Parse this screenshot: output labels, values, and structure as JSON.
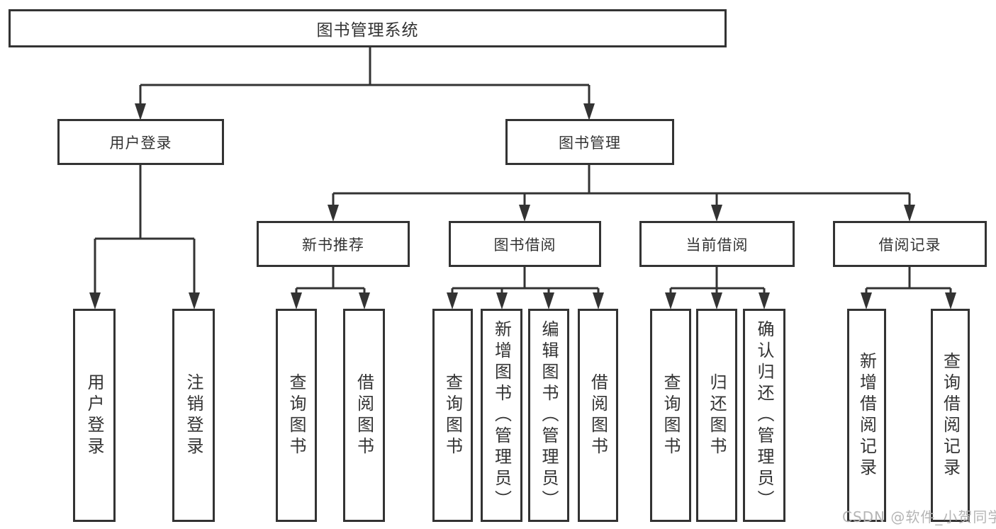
{
  "diagram_title": "图书管理系统",
  "watermark": "CSDN @软件_小贺同学",
  "colors": {
    "line": "#333333",
    "box_border": "#333333",
    "text": "#333333",
    "background": "#ffffff",
    "watermark": "#b5b5b5"
  },
  "tree": {
    "label": "图书管理系统",
    "children": [
      {
        "label": "用户登录",
        "children": [
          {
            "label": "用户登录"
          },
          {
            "label": "注销登录"
          }
        ]
      },
      {
        "label": "图书管理",
        "children": [
          {
            "label": "新书推荐",
            "children": [
              {
                "label": "查询图书"
              },
              {
                "label": "借阅图书"
              }
            ]
          },
          {
            "label": "图书借阅",
            "children": [
              {
                "label": "查询图书"
              },
              {
                "label": "新增图书（管理员）"
              },
              {
                "label": "编辑图书（管理员）"
              },
              {
                "label": "借阅图书"
              }
            ]
          },
          {
            "label": "当前借阅",
            "children": [
              {
                "label": "查询图书"
              },
              {
                "label": "归还图书"
              },
              {
                "label": "确认归还（管理员）"
              }
            ]
          },
          {
            "label": "借阅记录",
            "children": [
              {
                "label": "新增借阅记录"
              },
              {
                "label": "查询借阅记录"
              }
            ]
          }
        ]
      }
    ]
  }
}
